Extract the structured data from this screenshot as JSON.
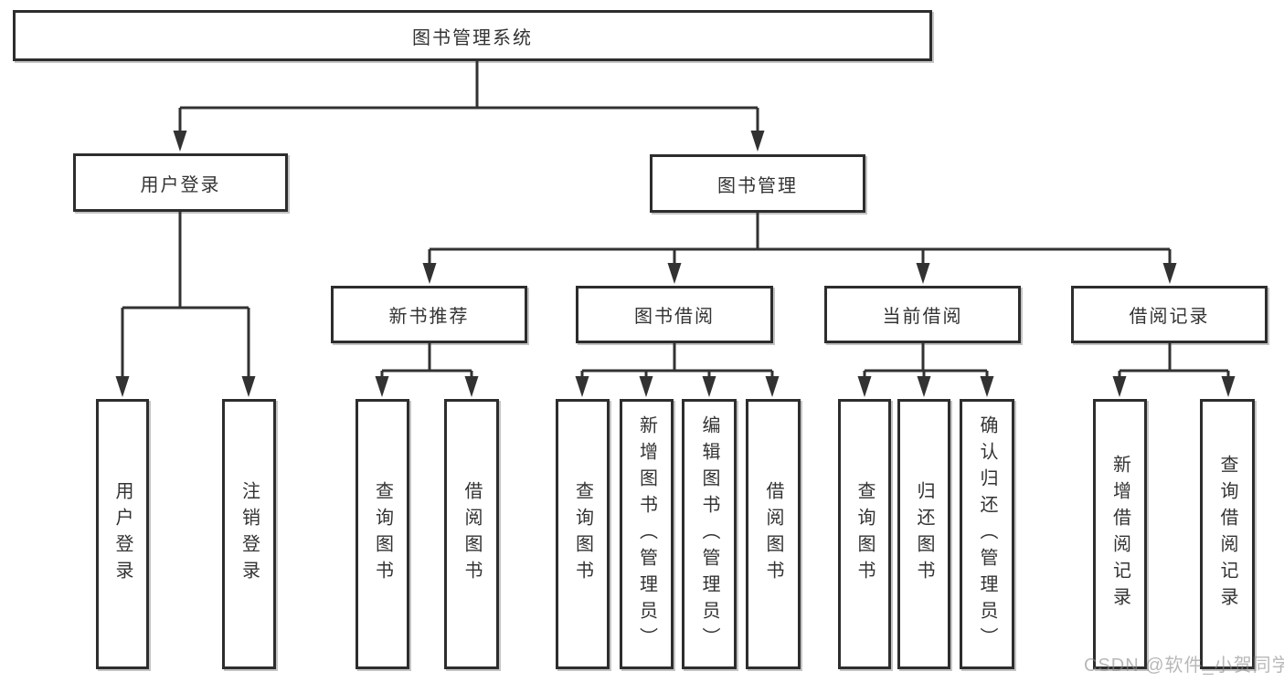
{
  "diagram_title": "图书管理系统",
  "nodes": {
    "root": "图书管理系统",
    "user_login": "用户登录",
    "book_mgmt": "图书管理",
    "new_book_rec": "新书推荐",
    "book_borrow": "图书借阅",
    "current_borrow": "当前借阅",
    "borrow_records": "借阅记录",
    "ul_user_login": "用户登录",
    "ul_logout": "注销登录",
    "nb_query_book": "查询图书",
    "nb_borrow_book": "借阅图书",
    "bb_query_book": "查询图书",
    "bb_add_book": "新增图书（管理员）",
    "bb_edit_book": "编辑图书（管理员）",
    "bb_borrow_book": "借阅图书",
    "cb_query_book": "查询图书",
    "cb_return_book": "归还图书",
    "cb_confirm_return": "确认归还（管理员）",
    "br_add_record": "新增借阅记录",
    "br_query_record": "查询借阅记录"
  },
  "hierarchy": {
    "图书管理系统": [
      "用户登录",
      "图书管理"
    ],
    "用户登录": [
      "用户登录",
      "注销登录"
    ],
    "图书管理": [
      "新书推荐",
      "图书借阅",
      "当前借阅",
      "借阅记录"
    ],
    "新书推荐": [
      "查询图书",
      "借阅图书"
    ],
    "图书借阅": [
      "查询图书",
      "新增图书（管理员）",
      "编辑图书（管理员）",
      "借阅图书"
    ],
    "当前借阅": [
      "查询图书",
      "归还图书",
      "确认归还（管理员）"
    ],
    "借阅记录": [
      "新增借阅记录",
      "查询借阅记录"
    ]
  },
  "watermark": "CSDN @软件_小贺同学",
  "colors": {
    "box_border": "#2d2d2d",
    "connector": "#323232",
    "text": "#333333",
    "background": "#ffffff",
    "watermark": "#8c8c8c"
  }
}
